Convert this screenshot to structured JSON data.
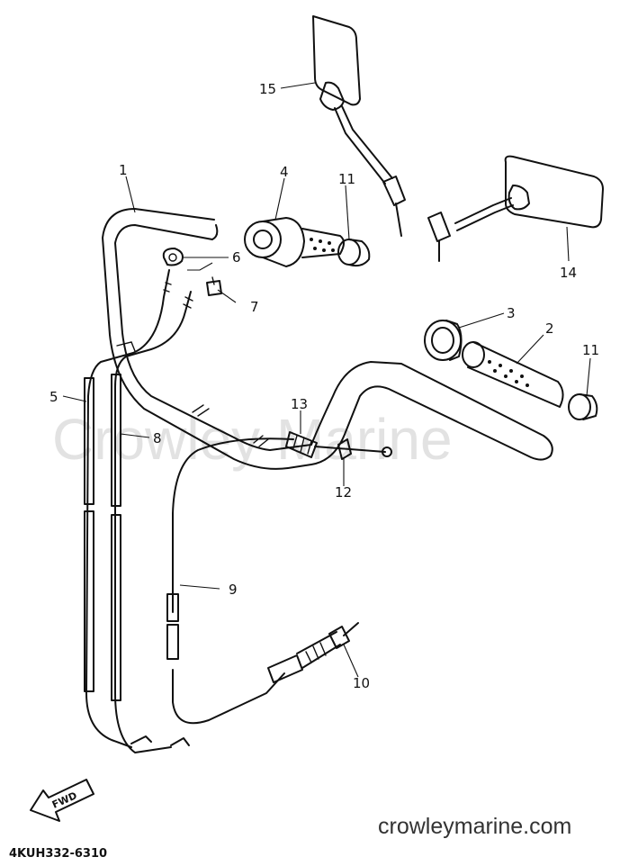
{
  "watermark": "Crowley Marine",
  "website": "crowleymarine.com",
  "diagram_code": "4KUH332-6310",
  "direction_label": "FWD",
  "callouts": [
    "1",
    "2",
    "3",
    "4",
    "5",
    "6",
    "7",
    "8",
    "9",
    "10",
    "11",
    "11",
    "12",
    "13",
    "14",
    "15"
  ]
}
